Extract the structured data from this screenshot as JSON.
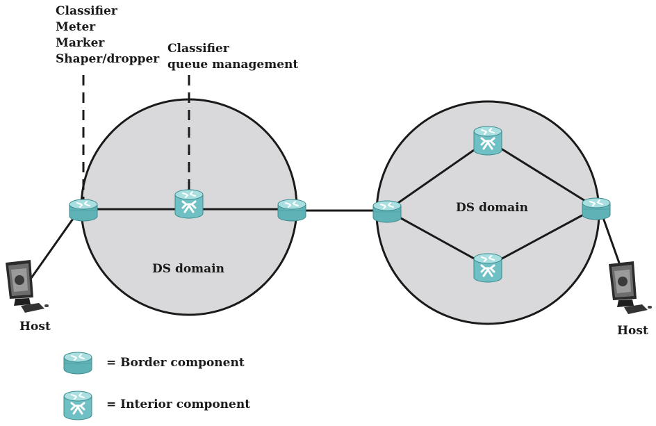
{
  "annotations": {
    "border_functions": [
      "Classifier",
      "Meter",
      "Marker",
      "Shaper/dropper"
    ],
    "interior_functions": [
      "Classifier",
      "queue management"
    ]
  },
  "domains": {
    "left_label": "DS domain",
    "right_label": "DS domain"
  },
  "hosts": {
    "left_label": "Host",
    "right_label": "Host"
  },
  "legend": {
    "border": "= Border component",
    "interior": "= Interior component"
  },
  "colors": {
    "domain_fill": "#d9d9db",
    "component_teal": "#7ec8cb",
    "line": "#1a1a1a"
  }
}
